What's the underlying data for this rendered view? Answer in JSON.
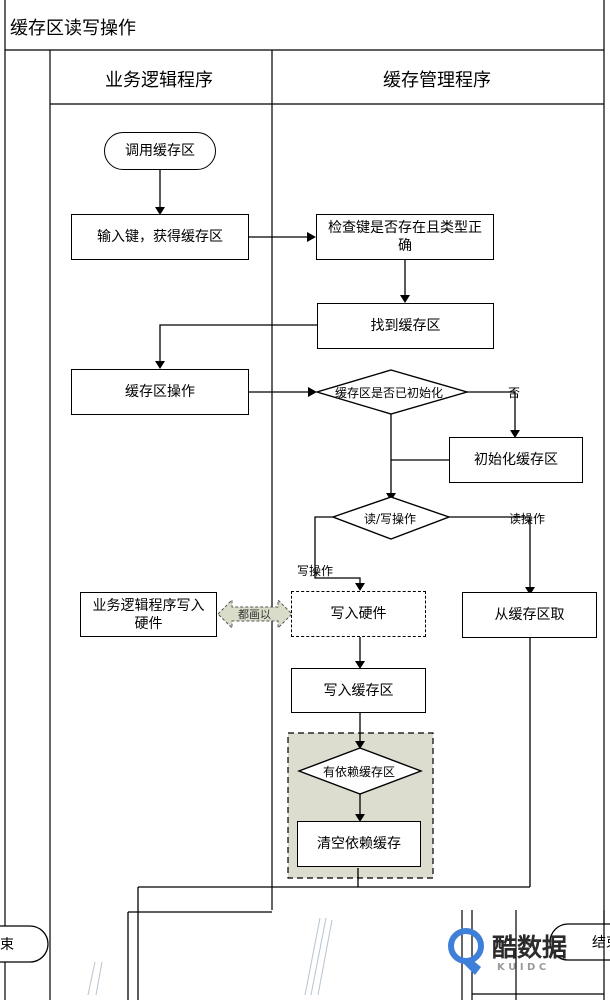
{
  "diagram": {
    "title": "缓存区读写操作",
    "lanes": {
      "business": "业务逻辑程序",
      "cache_mgr": "缓存管理程序"
    },
    "nodes": {
      "call_cache": "调用缓存区",
      "input_key": "输入键，获得缓存区",
      "check_key": "检查键是否存在且类型正确",
      "find_cache": "找到缓存区",
      "cache_op": "缓存区操作",
      "initialized": "缓存区是否已初始化",
      "init_cache": "初始化缓存区",
      "read_write": "读/写操作",
      "biz_write_hw": "业务逻辑程序写入硬件",
      "write_hw": "写入硬件",
      "read_from_cache": "从缓存区取",
      "write_cache": "写入缓存区",
      "has_dep": "有依赖缓存区",
      "clear_dep": "清空依赖缓存",
      "end_left": "束",
      "end_right": "结束"
    },
    "edge_labels": {
      "no": "否",
      "read_op": "读操作",
      "write_op": "写操作",
      "both": "都画以"
    }
  },
  "watermark": {
    "brand": "酷数据",
    "sub": "K U I D C"
  },
  "colors": {
    "line": "#000000",
    "shaded_group": "#dcdccf",
    "arrow_shaded": "#d8dcc8",
    "watermark_blue": "#3d7fd9"
  }
}
